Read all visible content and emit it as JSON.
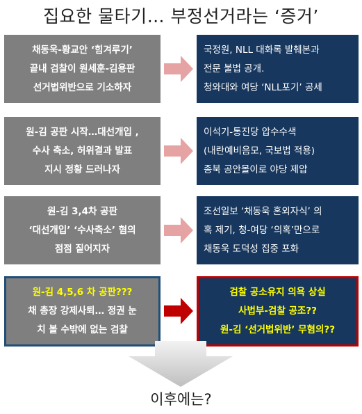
{
  "title": "집요한 물타기… 부정선거라는 ‘증거’",
  "rows": [
    {
      "left": [
        "채동욱-황교안 ‘힘겨루기’",
        "끝내 검찰이 원세훈-김용판",
        "선거법위반으로 기소하자"
      ],
      "right": [
        "국정원, NLL 대화록 발췌본과",
        "전문 불법 공개.",
        "청와대와 여당 ‘NLL포기’ 공세"
      ]
    },
    {
      "left": [
        "원-김 공판 시작…대선개입 ,",
        "수사 축소, 허위결과 발표",
        "지시 정황 드러나자"
      ],
      "right": [
        "이석기-통진당 압수수색",
        "(내란예비음모, 국보법 적용)",
        "종북 공안몰이로 야당 제압"
      ]
    },
    {
      "left": [
        "원-김 3,4차 공판",
        "‘대선개입’ ‘수사축소’ 혐의",
        "점점 짙어지자"
      ],
      "right": [
        "조선일보 ‘채동욱 혼외자식’ 의",
        "혹 제기, 청-여당 ‘의혹’만으로",
        "채동욱 도덕성 집중 포화"
      ]
    },
    {
      "left": [
        "원-김 4,5,6 차 공판???",
        "채 총장 강제사퇴… 정권 눈",
        "치 볼 수밖에 없는 검찰"
      ],
      "right": [
        "검찰 공소유지 의욕 상실",
        "사법부-검찰 공조??",
        "원-김 ‘선거법위반’ 무혐의??"
      ]
    }
  ],
  "bottom_text": "이후에는?",
  "colors": {
    "left_box": "#7f7f7f",
    "right_box": "#17375e",
    "arrow": "#e6a3a3",
    "highlight_left_border": "#1f4e79",
    "highlight_right_border": "#c00000",
    "highlight_text": "#ffff00",
    "down_arrow": "#d9d9d9"
  }
}
